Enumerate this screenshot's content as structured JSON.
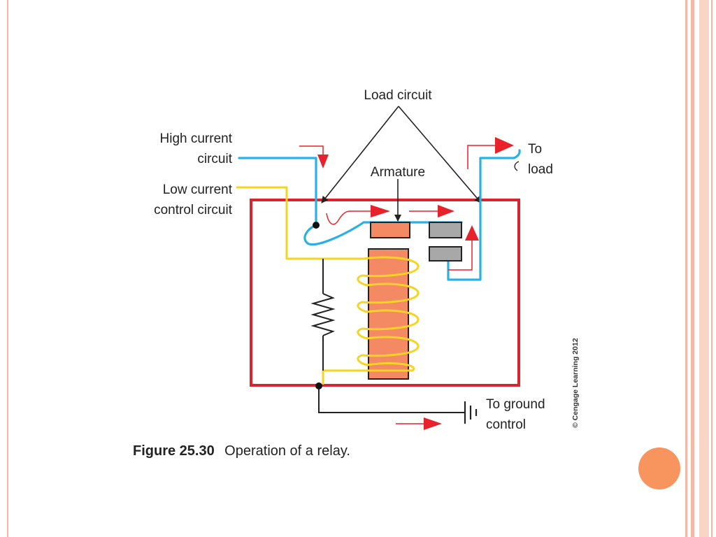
{
  "labels": {
    "load_circuit": "Load circuit",
    "high_current_1": "High current",
    "high_current_2": "circuit",
    "low_current_1": "Low current",
    "low_current_2": "control circuit",
    "armature": "Armature",
    "to_load_1": "To",
    "to_load_2": "load",
    "to_ground_1": "To ground",
    "to_ground_2": "control"
  },
  "caption": {
    "figure_number": "Figure 25.30",
    "text": "Operation of a relay."
  },
  "copyright": "© Cengage Learning 2012",
  "colors": {
    "high_current_wire": "#2bb0e3",
    "control_wire": "#f6d325",
    "relay_box": "#d9242c",
    "arrow": "#e8222a",
    "coil_core": "#f48a63",
    "contact": "#a8a8a8",
    "frame": "#f3b8a5",
    "bullet": "#f8945e"
  }
}
